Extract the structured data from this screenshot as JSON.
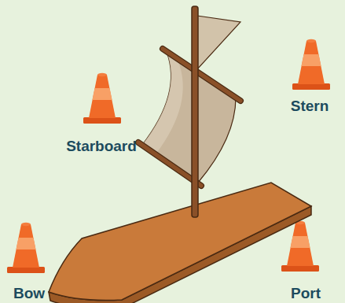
{
  "diagram": {
    "labels": [
      "Stern",
      "Starboard",
      "Bow",
      "Port"
    ]
  }
}
